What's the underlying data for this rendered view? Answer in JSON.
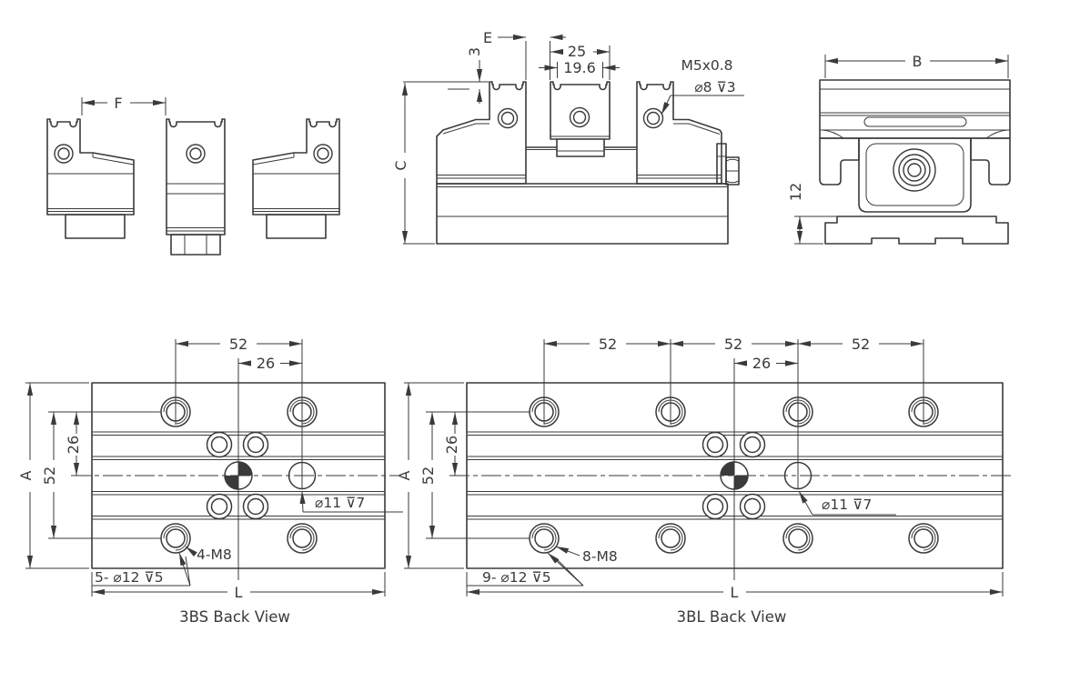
{
  "palette": {
    "line": "#3a3a3a",
    "text": "#3a3a3a",
    "background": "#ffffff"
  },
  "jaws_view": {
    "dim_f": "F"
  },
  "front_view": {
    "dim_e": "E",
    "dim_step": "3",
    "dim_25": "25",
    "dim_19_6": "19.6",
    "thread_label": "M5x0.8",
    "hole_label": "⌀8 ⊽3",
    "dim_c": "C"
  },
  "side_view": {
    "dim_b": "B",
    "dim_12": "12"
  },
  "bs_view": {
    "title": "3BS Back View",
    "dim_52_top": "52",
    "dim_26_top": "26",
    "dim_a": "A",
    "dim_52_left": "52",
    "dim_26_left": "26",
    "label_tapped": "4-M8",
    "label_cbore": "5- ⌀12 ⊽5",
    "label_bore": "⌀11 ⊽7",
    "dim_l": "L"
  },
  "bl_view": {
    "title": "3BL Back View",
    "dims_52_top": [
      "52",
      "52",
      "52"
    ],
    "dim_26_top": "26",
    "dim_a": "A",
    "dim_52_left": "52",
    "dim_26_left": "26",
    "label_tapped": "8-M8",
    "label_cbore": "9- ⌀12 ⊽5",
    "label_bore": "⌀11 ⊽7",
    "dim_l": "L"
  }
}
